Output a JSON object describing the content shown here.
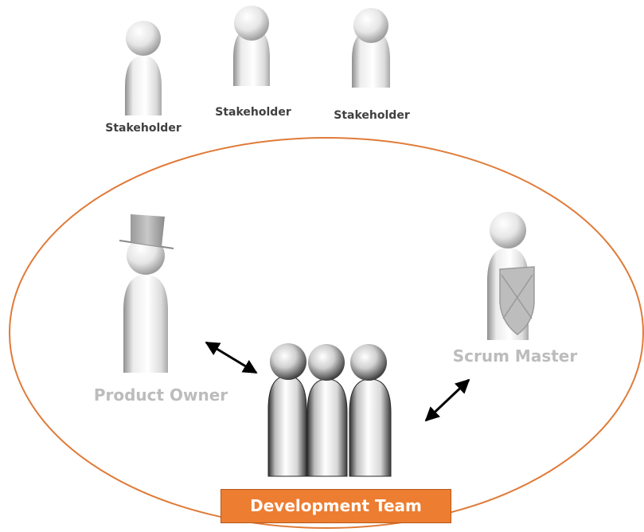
{
  "stakeholders": [
    {
      "label": "Stakeholder"
    },
    {
      "label": "Stakeholder"
    },
    {
      "label": "Stakeholder"
    }
  ],
  "roles": {
    "product_owner": {
      "label": "Product Owner"
    },
    "scrum_master": {
      "label": "Scrum Master"
    },
    "development_team": {
      "label": "Development Team"
    }
  },
  "colors": {
    "team_circle": "#e07b39",
    "team_box_fill": "#ed7d31",
    "team_box_text": "#ffffff",
    "role_label": "#bcbcbc",
    "stakeholder_label": "#404040",
    "arrow": "#000000"
  },
  "icons": [
    "person-icon",
    "top-hat-icon",
    "shield-icon",
    "double-arrow-icon"
  ]
}
